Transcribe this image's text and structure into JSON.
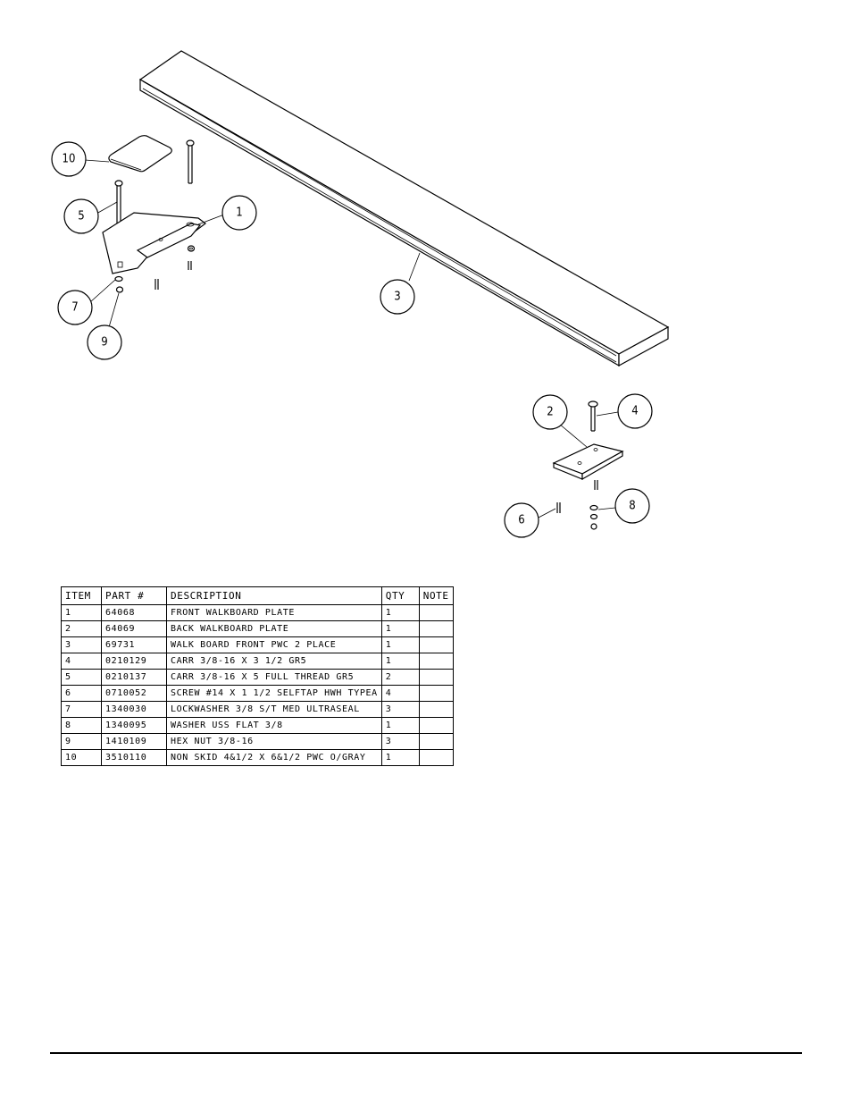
{
  "callouts": [
    "1",
    "2",
    "3",
    "4",
    "5",
    "6",
    "7",
    "8",
    "9",
    "10"
  ],
  "parts_table": {
    "headers": {
      "item": "ITEM",
      "part": "PART #",
      "description": "DESCRIPTION",
      "qty": "QTY",
      "note": "NOTE"
    },
    "rows": [
      {
        "item": "1",
        "part": "64068",
        "description": "FRONT WALKBOARD PLATE",
        "qty": "1",
        "note": ""
      },
      {
        "item": "2",
        "part": "64069",
        "description": "BACK WALKBOARD PLATE",
        "qty": "1",
        "note": ""
      },
      {
        "item": "3",
        "part": "69731",
        "description": "WALK BOARD FRONT PWC 2 PLACE",
        "qty": "1",
        "note": ""
      },
      {
        "item": "4",
        "part": "0210129",
        "description": "CARR 3/8-16 X 3 1/2 GR5",
        "qty": "1",
        "note": ""
      },
      {
        "item": "5",
        "part": "0210137",
        "description": "CARR 3/8-16 X 5 FULL THREAD GR5",
        "qty": "2",
        "note": ""
      },
      {
        "item": "6",
        "part": "0710052",
        "description": "SCREW #14 X 1 1/2 SELFTAP HWH TYPEA",
        "qty": "4",
        "note": ""
      },
      {
        "item": "7",
        "part": "1340030",
        "description": "LOCKWASHER 3/8 S/T MED ULTRASEAL",
        "qty": "3",
        "note": ""
      },
      {
        "item": "8",
        "part": "1340095",
        "description": "WASHER USS FLAT 3/8",
        "qty": "1",
        "note": ""
      },
      {
        "item": "9",
        "part": "1410109",
        "description": "HEX NUT 3/8-16",
        "qty": "3",
        "note": ""
      },
      {
        "item": "10",
        "part": "3510110",
        "description": "NON SKID 4&1/2 X 6&1/2 PWC O/GRAY",
        "qty": "1",
        "note": ""
      }
    ]
  }
}
